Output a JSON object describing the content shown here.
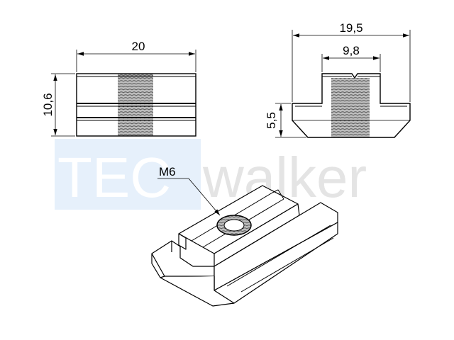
{
  "watermark": {
    "part1": "TEC",
    "part2": "walker",
    "box_color": "#e6f0fb",
    "part1_color": "#ffffff",
    "part2_color": "#e4e4e4"
  },
  "side_view": {
    "width_label": "20",
    "height_label": "10,6"
  },
  "front_view": {
    "overall_width_label": "19,5",
    "neck_width_label": "9,8",
    "base_height_label": "5,5"
  },
  "iso_view": {
    "thread_label": "M6"
  },
  "colors": {
    "line": "#000000",
    "thread": "#8a8a8a"
  }
}
